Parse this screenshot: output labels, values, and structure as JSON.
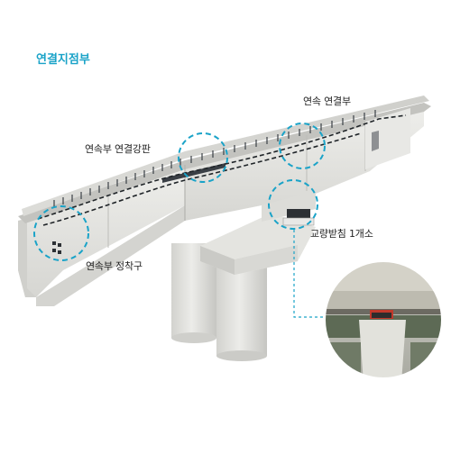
{
  "title": "연결지점부",
  "labels": {
    "continuous_joint": "연속 연결부",
    "joint_plate": "연속부 연결강판",
    "anchor": "연속부 정착구",
    "bearing": "교량받침 1개소"
  },
  "colors": {
    "accent": "#1aa3c8",
    "concrete": "#e6e6e3",
    "concrete_dark": "#c9c9c5",
    "steel": "#3a3f45"
  },
  "icons": {
    "callout_circle": "dashed-circle",
    "photo_inset": "bearing-photo"
  }
}
